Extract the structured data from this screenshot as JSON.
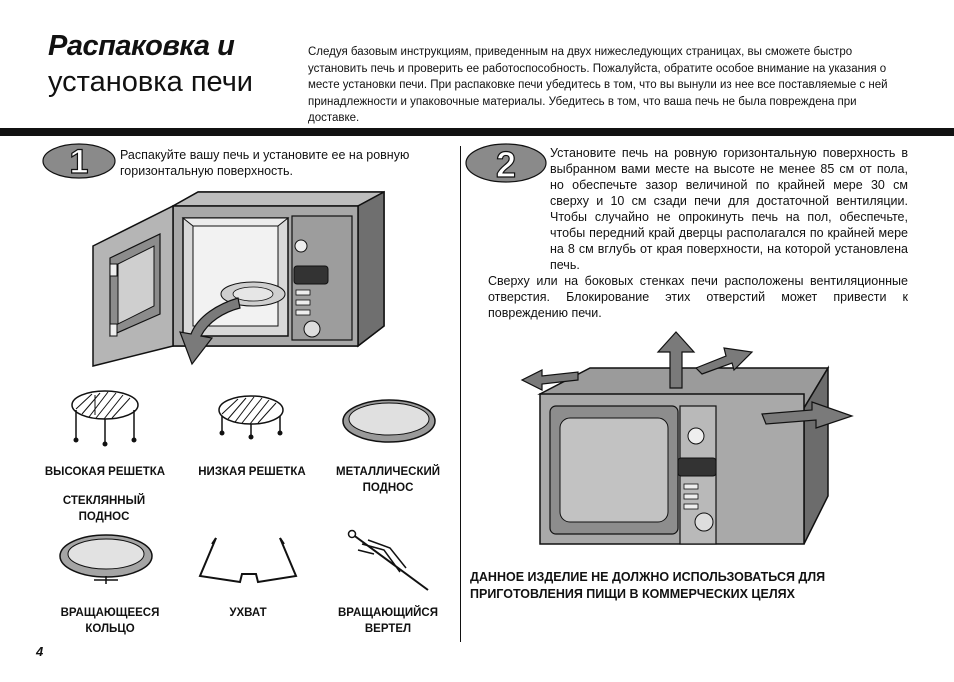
{
  "header": {
    "title_line1": "Распаковка и",
    "title_line2": "установка печи",
    "intro": "Следуя базовым инструкциям, приведенным на двух нижеследующих страницах, вы сможете быстро установить печь и проверить ее работоспособность. Пожалуйста, обратите особое внимание на указания о месте установки печи. При распаковке печи убедитесь в том, что вы вынули из нее все поставляемые с ней принадлежности и упаковочные материалы. Убедитесь в том, что ваша печь не была повреждена при доставке."
  },
  "step1": {
    "number": "1",
    "text": "Распакуйте вашу печь и установите ее на ровную горизонтальную поверхность."
  },
  "accessories": [
    {
      "label": "ВЫСОКАЯ РЕШЕТКА",
      "icon": "high-rack-icon"
    },
    {
      "label": "НИЗКАЯ РЕШЕТКА",
      "icon": "low-rack-icon"
    },
    {
      "label": "МЕТАЛЛИЧЕСКИЙ ПОДНОС",
      "icon": "metal-tray-icon"
    },
    {
      "label": "СТЕКЛЯННЫЙ ПОДНОС",
      "icon": "glass-tray-icon"
    },
    {
      "label": "ВРАЩАЮЩЕЕСЯ КОЛЬЦО",
      "icon": "rotating-ring-icon"
    },
    {
      "label": "УХВАТ",
      "icon": "handle-icon"
    },
    {
      "label": "ВРАЩАЮЩИЙСЯ ВЕРТЕЛ",
      "icon": "rotisserie-spit-icon"
    }
  ],
  "step2": {
    "number": "2",
    "para1": "Установите печь на ровную горизонтальную поверхность в выбранном вами месте на высоте не менее 85 см от пола, но обеспечьте зазор величиной по крайней мере 30 см сверху и 10 см сзади печи для достаточной вентиляции. Чтобы случайно не опрокинуть печь на пол, обеспечьте, чтобы передний край дверцы располагался по крайней мере на 8 см вглубь от края поверхности, на которой установлена печь.",
    "para2": "Сверху или на боковых стенках печи расположены вентиляционные отверстия. Блокирование этих отверстий может привести к повреждению печи."
  },
  "warning": "ДАННОЕ ИЗДЕЛИЕ НЕ ДОЛЖНО ИСПОЛЬЗОВАТЬСЯ ДЛЯ ПРИГОТОВЛЕНИЯ ПИЩИ В КОММЕРЧЕСКИХ ЦЕЛЯХ",
  "page_number": "4"
}
